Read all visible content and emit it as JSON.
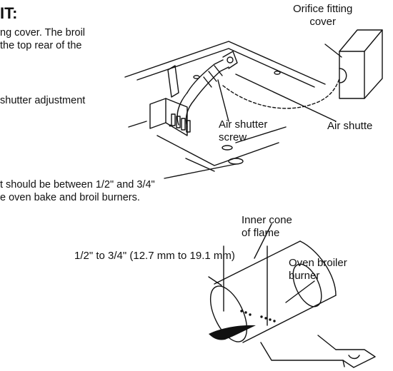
{
  "heading": "IT:",
  "paragraph_top_lines": [
    "ng cover. The broil",
    "the top rear of the"
  ],
  "paragraph_mid_line": "shutter adjustment",
  "paragraph_bottom_lines": [
    "t should be between 1/2\" and 3/4\"",
    "e oven bake and broil burners."
  ],
  "figure_top": {
    "orifice_label": "Orifice fitting\ncover",
    "air_shutter_screw_label": "Air shutter\nscrew",
    "air_shutter_label": "Air shutte"
  },
  "figure_bottom": {
    "inner_cone_label": "Inner cone\nof flame",
    "measurement_label": "1/2\" to 3/4\" (12.7 mm to 19.1 mm)",
    "oven_broiler_label": "Oven broiler\nburner"
  }
}
